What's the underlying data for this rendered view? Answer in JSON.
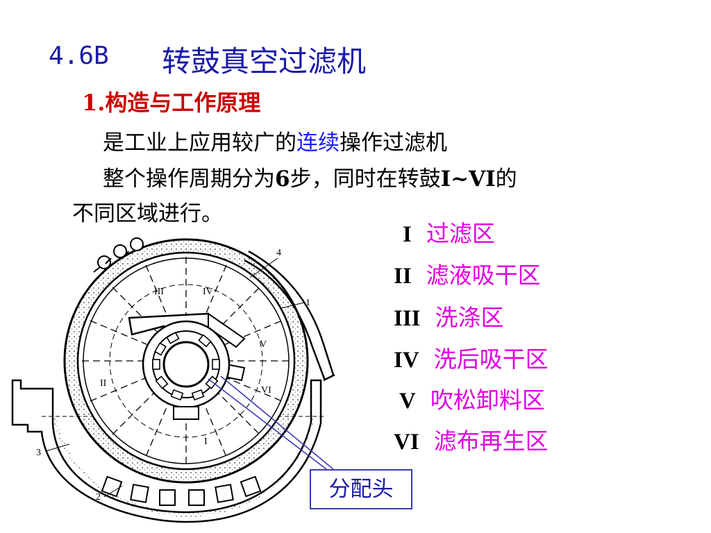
{
  "title": {
    "code": "4.6B",
    "main": "转鼓真空过滤机"
  },
  "subtitle": "1.构造与工作原理",
  "body": {
    "line1_pre": "是工业上应用较广的",
    "line1_highlight": "连续",
    "line1_post": "操作过滤机",
    "line2_pre": "整个操作周期分为",
    "line2_num": "6",
    "line2_mid": "步，同时在转鼓",
    "line2_range": "I~VI",
    "line2_post": "的",
    "line3": "不同区域进行。"
  },
  "zones": [
    {
      "num": "I",
      "name": "过滤区"
    },
    {
      "num": "II",
      "name": "滤液吸干区"
    },
    {
      "num": "III",
      "name": "洗涤区"
    },
    {
      "num": "IV",
      "name": "洗后吸干区"
    },
    {
      "num": "V",
      "name": "吹松卸料区"
    },
    {
      "num": "VI",
      "name": "滤布再生区"
    }
  ],
  "diagram": {
    "labels": {
      "n1": "1",
      "n2": "2",
      "n3": "3",
      "n4": "4"
    },
    "sector_labels": {
      "I": "I",
      "II": "II",
      "III": "III",
      "IV": "IV",
      "V": "V",
      "VI": "VI"
    }
  },
  "callout": "分配头",
  "colors": {
    "title": "#1a1aa8",
    "subtitle": "#cc0000",
    "highlight": "#1a1aff",
    "zone_name": "#e000e0"
  }
}
